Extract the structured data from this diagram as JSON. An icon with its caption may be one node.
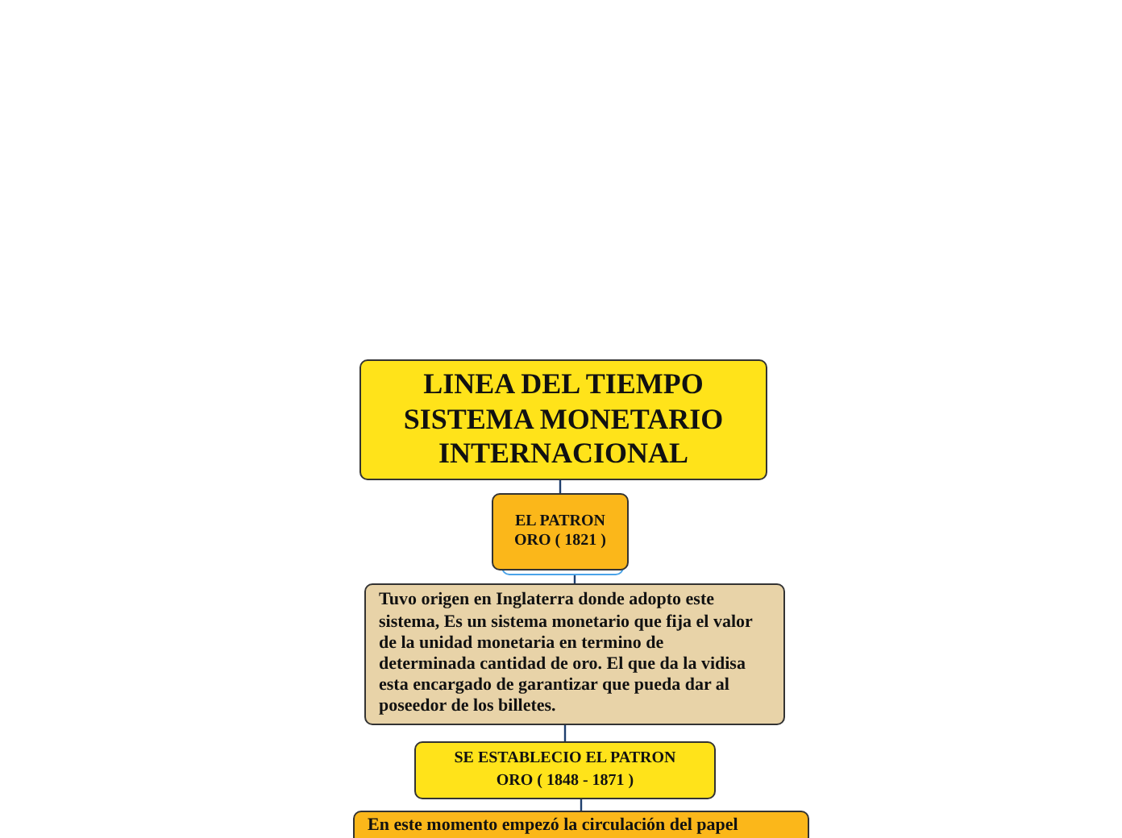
{
  "diagram": {
    "nodes": [
      {
        "text": [
          "LINEA DEL TIEMPO SISTEMA MONETARIO INTERNACIONAL"
        ]
      },
      {
        "text": [
          "EL PATRON ORO ( 1821 )"
        ]
      },
      {
        "text": [
          "Tuvo origen en Inglaterra donde adopto este sistema, Es un sistema monetario que fija el valor de la unidad monetaria en termino de determinada cantidad de oro. El que da la vidisa esta encargado de garantizar que pueda dar al poseedor de los billetes."
        ]
      },
      {
        "text": [
          "SE ESTABLECIO EL PATRON ORO ( 1848 - 1871 )"
        ]
      },
      {
        "text": [
          "En este momento empezó la circulación del papel"
        ]
      }
    ],
    "edges": [
      {
        "from": 0,
        "to": 1,
        "arrow": "none"
      },
      {
        "from": 1,
        "to": 2,
        "arrow": "none"
      },
      {
        "from": 2,
        "to": 3,
        "arrow": "none"
      },
      {
        "from": 3,
        "to": 4,
        "arrow": "none"
      }
    ]
  }
}
